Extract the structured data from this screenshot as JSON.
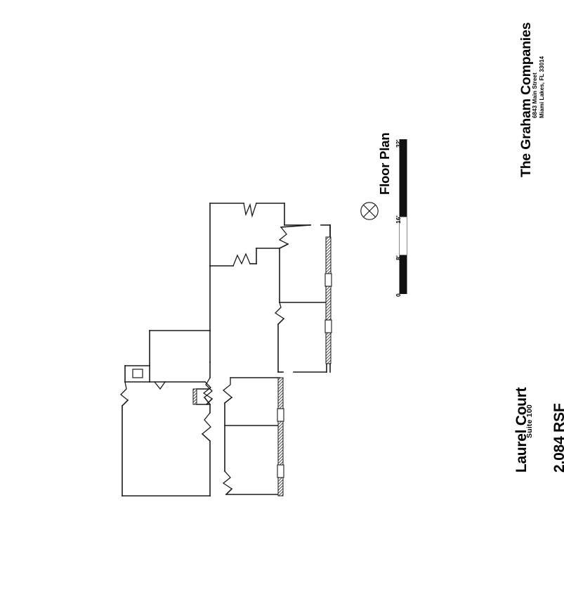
{
  "sheet": {
    "background_color": "#ffffff",
    "ink_color": "#111111"
  },
  "title_block": {
    "company_name": "The Graham Companies",
    "address_line1": "6843 Main Street",
    "address_line2": "Miami Lakes, FL 33014",
    "building_name": "Laurel Court",
    "suite_label": "Suite 100",
    "rentable_area": "2,084 RSF"
  },
  "plan_label": {
    "text": "Floor Plan",
    "compass_icon": "north-compass-icon"
  },
  "scale_bar": {
    "ticks": [
      "0",
      "8'",
      "16'",
      "32'"
    ],
    "unit": "feet",
    "orientation": "vertical"
  },
  "floor_plan": {
    "description": "Suite 100 tenant floor plan, rotated 90 degrees on sheet",
    "rooms": [
      {
        "name": "north-room",
        "label": ""
      },
      {
        "name": "northeast-office",
        "label": ""
      },
      {
        "name": "east-office",
        "label": ""
      },
      {
        "name": "center-room",
        "label": ""
      },
      {
        "name": "southwest-open-area",
        "label": ""
      },
      {
        "name": "south-office-upper",
        "label": ""
      },
      {
        "name": "south-office-lower",
        "label": ""
      },
      {
        "name": "service-alcove",
        "label": ""
      }
    ],
    "window_count": 4,
    "door_count": 10
  }
}
